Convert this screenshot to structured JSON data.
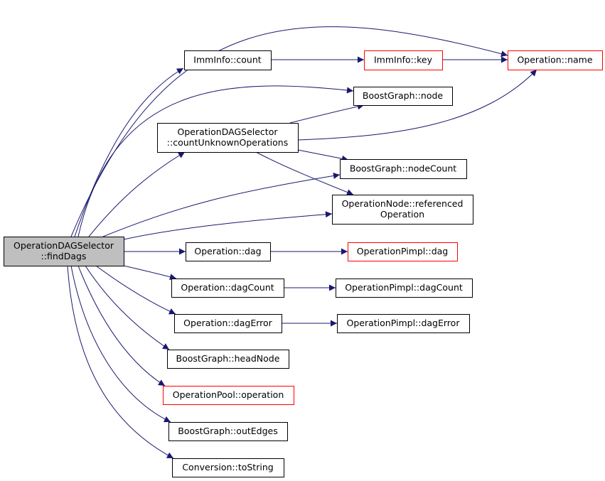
{
  "colors": {
    "edge": "#191970",
    "root_fill": "#bfbfbf",
    "node_fill": "#ffffff",
    "node_border": "#000000",
    "truncated_border": "#ff0000"
  },
  "nodes": [
    {
      "id": "root",
      "lines": [
        "OperationDAGSelector",
        "::findDags"
      ],
      "border": "node_border",
      "fill": "root_fill"
    },
    {
      "id": "imminfo-count",
      "lines": [
        "ImmInfo::count"
      ],
      "border": "node_border",
      "fill": "node_fill"
    },
    {
      "id": "imminfo-key",
      "lines": [
        "ImmInfo::key"
      ],
      "border": "truncated_border",
      "fill": "node_fill"
    },
    {
      "id": "operation-name",
      "lines": [
        "Operation::name"
      ],
      "border": "truncated_border",
      "fill": "node_fill"
    },
    {
      "id": "boostgraph-node",
      "lines": [
        "BoostGraph::node"
      ],
      "border": "node_border",
      "fill": "node_fill"
    },
    {
      "id": "count-unknown-ops",
      "lines": [
        "OperationDAGSelector",
        "::countUnknownOperations"
      ],
      "border": "node_border",
      "fill": "node_fill"
    },
    {
      "id": "boostgraph-nodecount",
      "lines": [
        "BoostGraph::nodeCount"
      ],
      "border": "node_border",
      "fill": "node_fill"
    },
    {
      "id": "opnode-referenced",
      "lines": [
        "OperationNode::referenced",
        "Operation"
      ],
      "border": "node_border",
      "fill": "node_fill"
    },
    {
      "id": "operation-dag",
      "lines": [
        "Operation::dag"
      ],
      "border": "node_border",
      "fill": "node_fill"
    },
    {
      "id": "pimpl-dag",
      "lines": [
        "OperationPimpl::dag"
      ],
      "border": "truncated_border",
      "fill": "node_fill"
    },
    {
      "id": "operation-dagcount",
      "lines": [
        "Operation::dagCount"
      ],
      "border": "node_border",
      "fill": "node_fill"
    },
    {
      "id": "pimpl-dagcount",
      "lines": [
        "OperationPimpl::dagCount"
      ],
      "border": "node_border",
      "fill": "node_fill"
    },
    {
      "id": "operation-dagerror",
      "lines": [
        "Operation::dagError"
      ],
      "border": "node_border",
      "fill": "node_fill"
    },
    {
      "id": "pimpl-dagerror",
      "lines": [
        "OperationPimpl::dagError"
      ],
      "border": "node_border",
      "fill": "node_fill"
    },
    {
      "id": "boostgraph-headnode",
      "lines": [
        "BoostGraph::headNode"
      ],
      "border": "node_border",
      "fill": "node_fill"
    },
    {
      "id": "operationpool-operation",
      "lines": [
        "OperationPool::operation"
      ],
      "border": "truncated_border",
      "fill": "node_fill"
    },
    {
      "id": "boostgraph-outedges",
      "lines": [
        "BoostGraph::outEdges"
      ],
      "border": "node_border",
      "fill": "node_fill"
    },
    {
      "id": "conversion-tostring",
      "lines": [
        "Conversion::toString"
      ],
      "border": "node_border",
      "fill": "node_fill"
    }
  ],
  "edges": [
    {
      "from": "root",
      "to": "operation-name"
    },
    {
      "from": "root",
      "to": "imminfo-count"
    },
    {
      "from": "root",
      "to": "boostgraph-node"
    },
    {
      "from": "root",
      "to": "count-unknown-ops"
    },
    {
      "from": "root",
      "to": "boostgraph-nodecount"
    },
    {
      "from": "root",
      "to": "opnode-referenced"
    },
    {
      "from": "root",
      "to": "operation-dag"
    },
    {
      "from": "root",
      "to": "operation-dagcount"
    },
    {
      "from": "root",
      "to": "operation-dagerror"
    },
    {
      "from": "root",
      "to": "boostgraph-headnode"
    },
    {
      "from": "root",
      "to": "operationpool-operation"
    },
    {
      "from": "root",
      "to": "boostgraph-outedges"
    },
    {
      "from": "root",
      "to": "conversion-tostring"
    },
    {
      "from": "imminfo-count",
      "to": "imminfo-key"
    },
    {
      "from": "imminfo-key",
      "to": "operation-name"
    },
    {
      "from": "count-unknown-ops",
      "to": "boostgraph-node"
    },
    {
      "from": "count-unknown-ops",
      "to": "operation-name"
    },
    {
      "from": "count-unknown-ops",
      "to": "boostgraph-nodecount"
    },
    {
      "from": "count-unknown-ops",
      "to": "opnode-referenced"
    },
    {
      "from": "operation-dag",
      "to": "pimpl-dag"
    },
    {
      "from": "operation-dagcount",
      "to": "pimpl-dagcount"
    },
    {
      "from": "operation-dagerror",
      "to": "pimpl-dagerror"
    }
  ]
}
